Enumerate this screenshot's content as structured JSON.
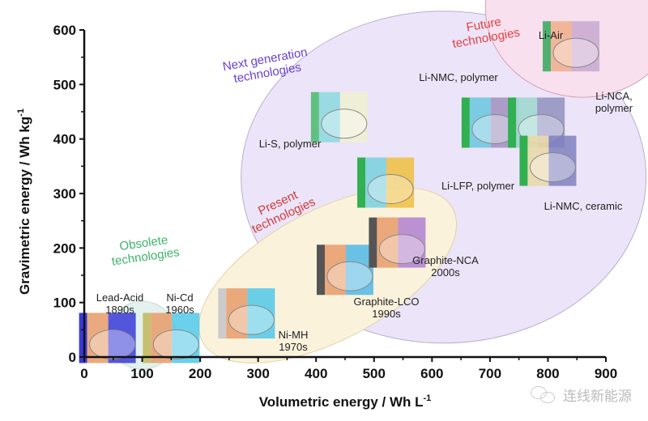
{
  "chart_data": {
    "type": "scatter",
    "title": "",
    "xlabel": "Volumetric energy / Wh L",
    "xlabel_sup": "-1",
    "ylabel": "Gravimetric energy / Wh kg",
    "ylabel_sup": "-1",
    "xlim": [
      0,
      900
    ],
    "ylim": [
      0,
      600
    ],
    "xticks": [
      0,
      100,
      200,
      300,
      400,
      500,
      600,
      700,
      800,
      900
    ],
    "yticks": [
      0,
      100,
      200,
      300,
      400,
      500,
      600
    ],
    "grid": false,
    "regions": [
      {
        "name": "Obsolete technologies",
        "color": "#3db36b",
        "fill": "#e3f2ee"
      },
      {
        "name": "Present technologies",
        "color": "#d03a3a",
        "fill": "#fbf2dc"
      },
      {
        "name": "Next generation technologies",
        "color": "#6a3fd0",
        "fill": "#ece4f8"
      },
      {
        "name": "Future technologies",
        "color": "#e04040",
        "fill": "#f8e0ee"
      }
    ],
    "points": [
      {
        "name": "Lead-Acid",
        "era": "1890s",
        "x": 40,
        "y": 35,
        "region": "Obsolete technologies"
      },
      {
        "name": "Ni-Cd",
        "era": "1960s",
        "x": 150,
        "y": 35,
        "region": "Obsolete technologies"
      },
      {
        "name": "Ni-MH",
        "era": "1970s",
        "x": 280,
        "y": 80,
        "region": "Present technologies"
      },
      {
        "name": "Graphite-LCO",
        "era": "1990s",
        "x": 450,
        "y": 160,
        "region": "Present technologies"
      },
      {
        "name": "Graphite-NCA",
        "era": "2000s",
        "x": 540,
        "y": 210,
        "region": "Present technologies"
      },
      {
        "name": "Li-S, polymer",
        "era": "",
        "x": 440,
        "y": 440,
        "region": "Next generation technologies"
      },
      {
        "name": "Li-LFP, polymer",
        "era": "",
        "x": 520,
        "y": 320,
        "region": "Next generation technologies"
      },
      {
        "name": "Li-NMC, polymer",
        "era": "",
        "x": 700,
        "y": 430,
        "region": "Next generation technologies"
      },
      {
        "name": "Li-NCA, polymer",
        "era": "",
        "x": 780,
        "y": 430,
        "region": "Next generation technologies"
      },
      {
        "name": "Li-NMC, ceramic",
        "era": "",
        "x": 800,
        "y": 360,
        "region": "Next generation technologies"
      },
      {
        "name": "Li-Air",
        "era": "",
        "x": 840,
        "y": 570,
        "region": "Future technologies"
      }
    ]
  },
  "watermark": {
    "text": "连线新能源",
    "icon": "wechat-icon"
  }
}
